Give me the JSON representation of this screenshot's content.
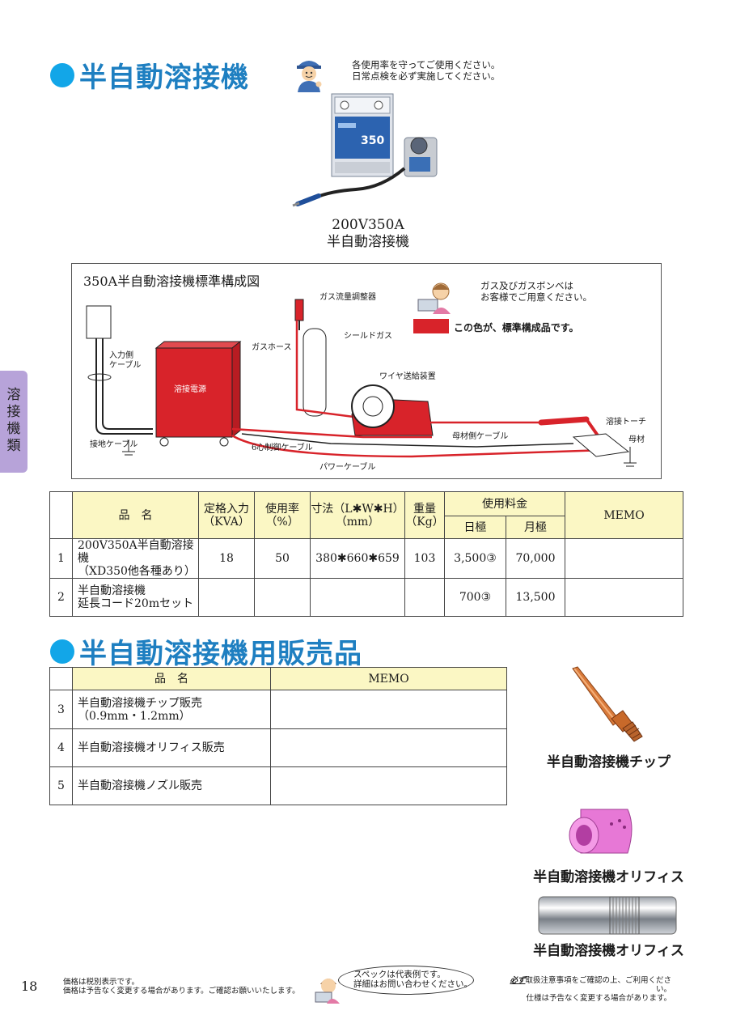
{
  "section1": {
    "title": "半自動溶接機"
  },
  "advice": {
    "line1": "各使用率を守ってご使用ください。",
    "line2": "日常点検を必ず実施してください。"
  },
  "machine_caption": {
    "line1": "200V350A",
    "line2": "半自動溶接機"
  },
  "machine_panel": {
    "model_label": "350"
  },
  "diagram": {
    "title": "350A半自動溶接機標準構成図",
    "note_line1": "ガス及びガスボンベは",
    "note_line2": "お客様でご用意ください。",
    "legend": "この色が、標準構成品です。",
    "labels": {
      "gas_regulator": "ガス流量調整器",
      "shield_gas": "シールドガス",
      "gas_hose": "ガスホース",
      "input_cable": "入力側\nケーブル",
      "wire_feeder": "ワイヤ送給装置",
      "welding_power": "溶接電源",
      "torch": "溶接トーチ",
      "base_material": "母材",
      "ground_cable": "接地ケーブル",
      "control_cable": "6心制御ケーブル",
      "base_cable": "母材側ケーブル",
      "power_cable": "パワーケーブル"
    }
  },
  "table1": {
    "headers": {
      "name": "品　名",
      "rated_input": "定格入力\n（KVA）",
      "duty": "使用率\n（%）",
      "dims": "寸法（L✱W✱H）\n（mm）",
      "weight": "重量\n（Kg）",
      "fee": "使用料金",
      "daily": "日極",
      "monthly": "月極",
      "memo": "MEMO"
    },
    "rows": [
      {
        "no": "1",
        "name": "200V350A半自動溶接機\n（XD350他各種あり）",
        "kva": "18",
        "duty": "50",
        "dims": "380✱660✱659",
        "weight": "103",
        "daily": "3,500③",
        "monthly": "70,000",
        "memo": ""
      },
      {
        "no": "2",
        "name": "半自動溶接機\n延長コード20mセット",
        "kva": "",
        "duty": "",
        "dims": "",
        "weight": "",
        "daily": "700③",
        "monthly": "13,500",
        "memo": ""
      }
    ]
  },
  "section2": {
    "title": "半自動溶接機用販売品"
  },
  "table2": {
    "headers": {
      "name": "品　名",
      "memo": "MEMO"
    },
    "rows": [
      {
        "no": "3",
        "name": "半自動溶接機チップ販売\n（0.9mm・1.2mm）",
        "memo": ""
      },
      {
        "no": "4",
        "name": "半自動溶接機オリフィス販売",
        "memo": ""
      },
      {
        "no": "5",
        "name": "半自動溶接機ノズル販売",
        "memo": ""
      }
    ]
  },
  "products": [
    {
      "caption": "半自動溶接機チップ"
    },
    {
      "caption": "半自動溶接機オリフィス"
    },
    {
      "caption": "半自動溶接機オリフィス"
    }
  ],
  "side_tab": {
    "label": "溶\n接\n機\n類"
  },
  "footer": {
    "page": "18",
    "left1": "価格は税別表示です。",
    "left2": "価格は予告なく変更する場合があります。ご確認お願いいたします。",
    "bubble1": "スペックは代表例です。",
    "bubble2": "詳細はお問い合わせください。",
    "right1_em": "必ず",
    "right1": "取扱注意事項をご確認の上、ご利用ください。",
    "right2": "仕様は予告なく変更する場合があります。"
  },
  "colors": {
    "title_blue": "#1e7fc1",
    "bullet": "#12a6e8",
    "header_yellow": "#fbf7c4",
    "component_red": "#d8232a",
    "tab_purple": "#b7a3d9"
  }
}
